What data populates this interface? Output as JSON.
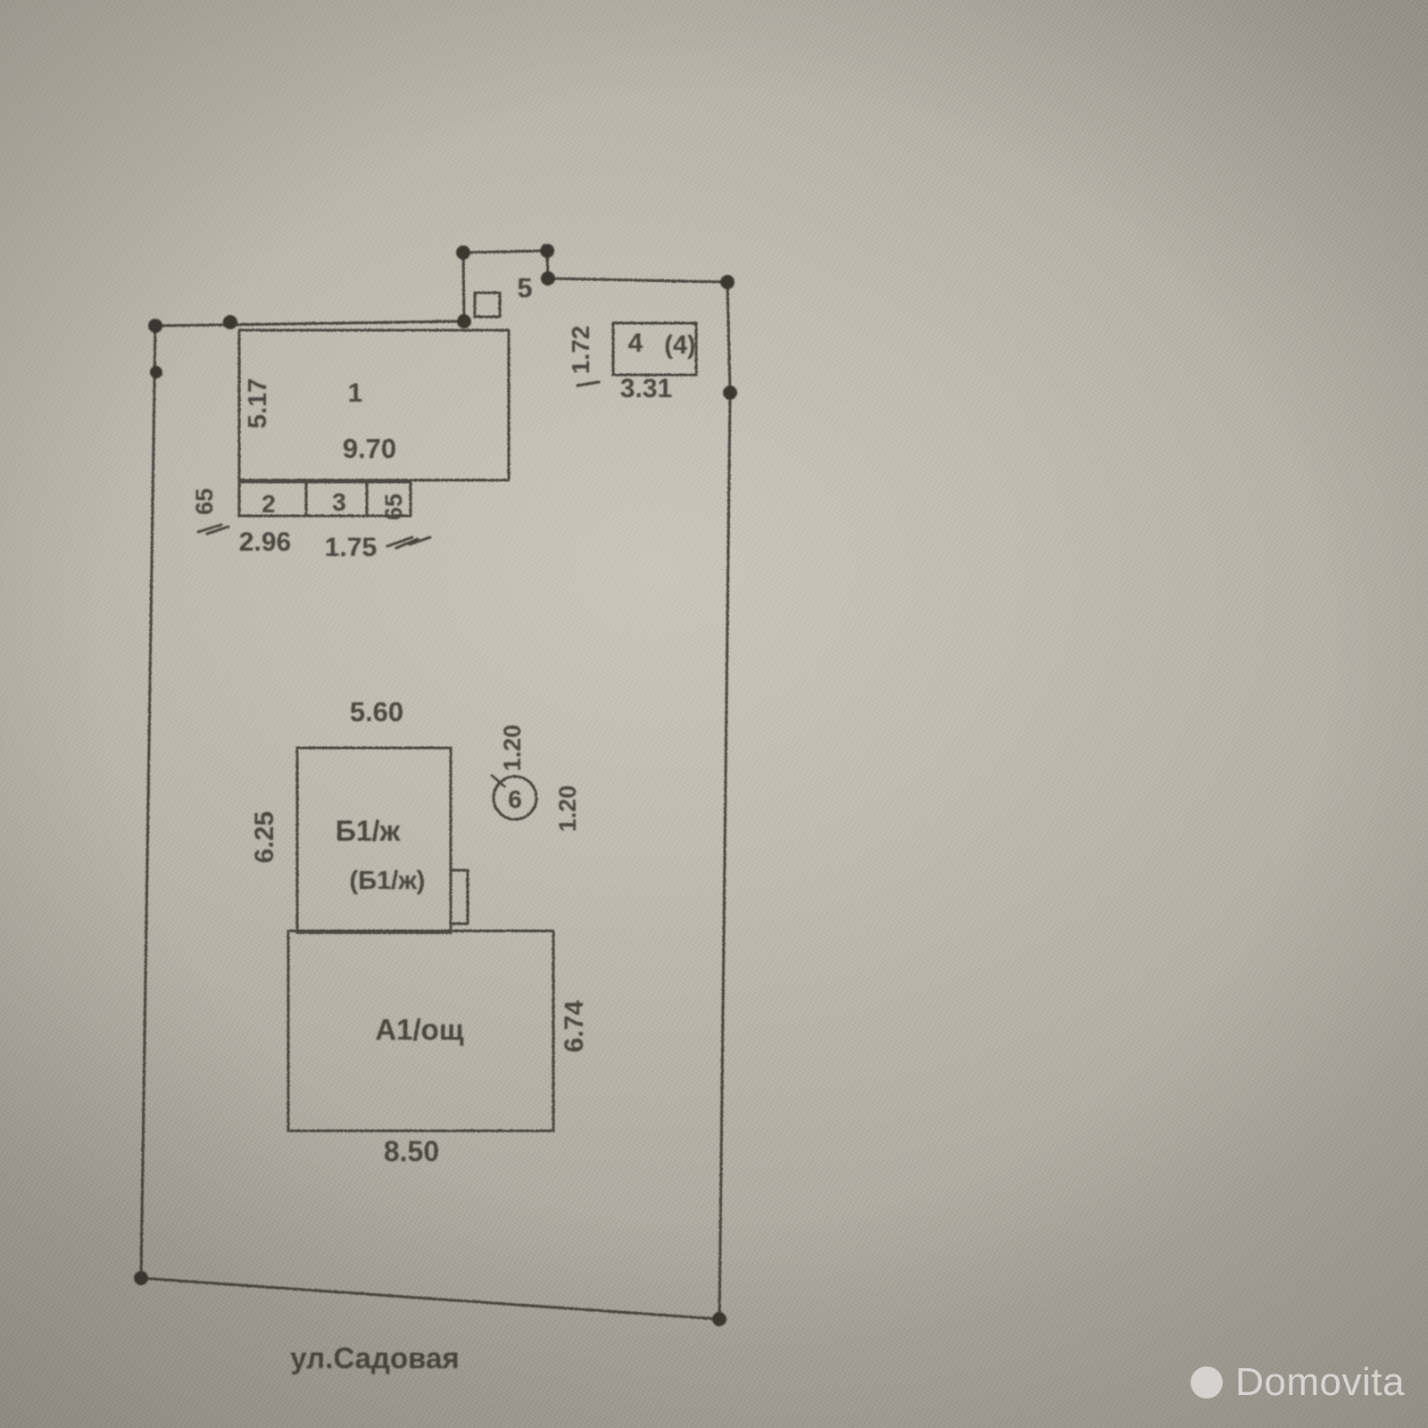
{
  "document": {
    "kind": "hand-drawn land plot site plan (photograph of paper)",
    "street_label": "ул.Садовая"
  },
  "watermark": {
    "text": "Domovita",
    "logo_icon": "circle-logo-icon"
  },
  "buildings": [
    {
      "id": "b1",
      "label": "1",
      "width_label": "9.70",
      "height_label": "5.17"
    },
    {
      "id": "b2",
      "label": "2",
      "width_label": "2.96"
    },
    {
      "id": "b3",
      "label": "3",
      "width_label": "1.75"
    },
    {
      "id": "b4",
      "label": "4",
      "secondary_label": "(4)",
      "width_label": "3.31",
      "height_label": "1.72"
    },
    {
      "id": "b5",
      "label": "5"
    },
    {
      "id": "b6",
      "label": "6",
      "width_label": "1.20",
      "height_label": "1.20"
    },
    {
      "id": "bB",
      "label": "Б1/ж",
      "secondary_label": "(Б1/ж)",
      "width_label": "5.60",
      "height_label": "6.25"
    },
    {
      "id": "bA",
      "label": "А1/ощ",
      "width_label": "8.50",
      "height_label": "6.74"
    }
  ],
  "dimensions": {
    "d_9_70": "9.70",
    "d_5_17": "5.17",
    "d_65": "65",
    "d_2_96": "2.96",
    "d_1_75": "1.75",
    "d_1_72": "1.72",
    "d_3_31": "3.31",
    "d_5_60": "5.60",
    "d_6_25": "6.25",
    "d_1_20_a": "1.20",
    "d_1_20_b": "1.20",
    "d_8_50": "8.50",
    "d_6_74": "6.74"
  },
  "room_labels": {
    "r1": "1",
    "r2": "2",
    "r3": "3",
    "r4": "4",
    "r4_paren": "(4)",
    "r5": "5",
    "r6": "6",
    "rB": "Б1/ж",
    "rB_paren": "(Б1/ж)",
    "rA": "А1/ощ"
  },
  "colors": {
    "ink": "#4a4741",
    "ink_dark": "#3b3833",
    "paper": "#bdb9ae",
    "watermark": "#ffffff"
  }
}
